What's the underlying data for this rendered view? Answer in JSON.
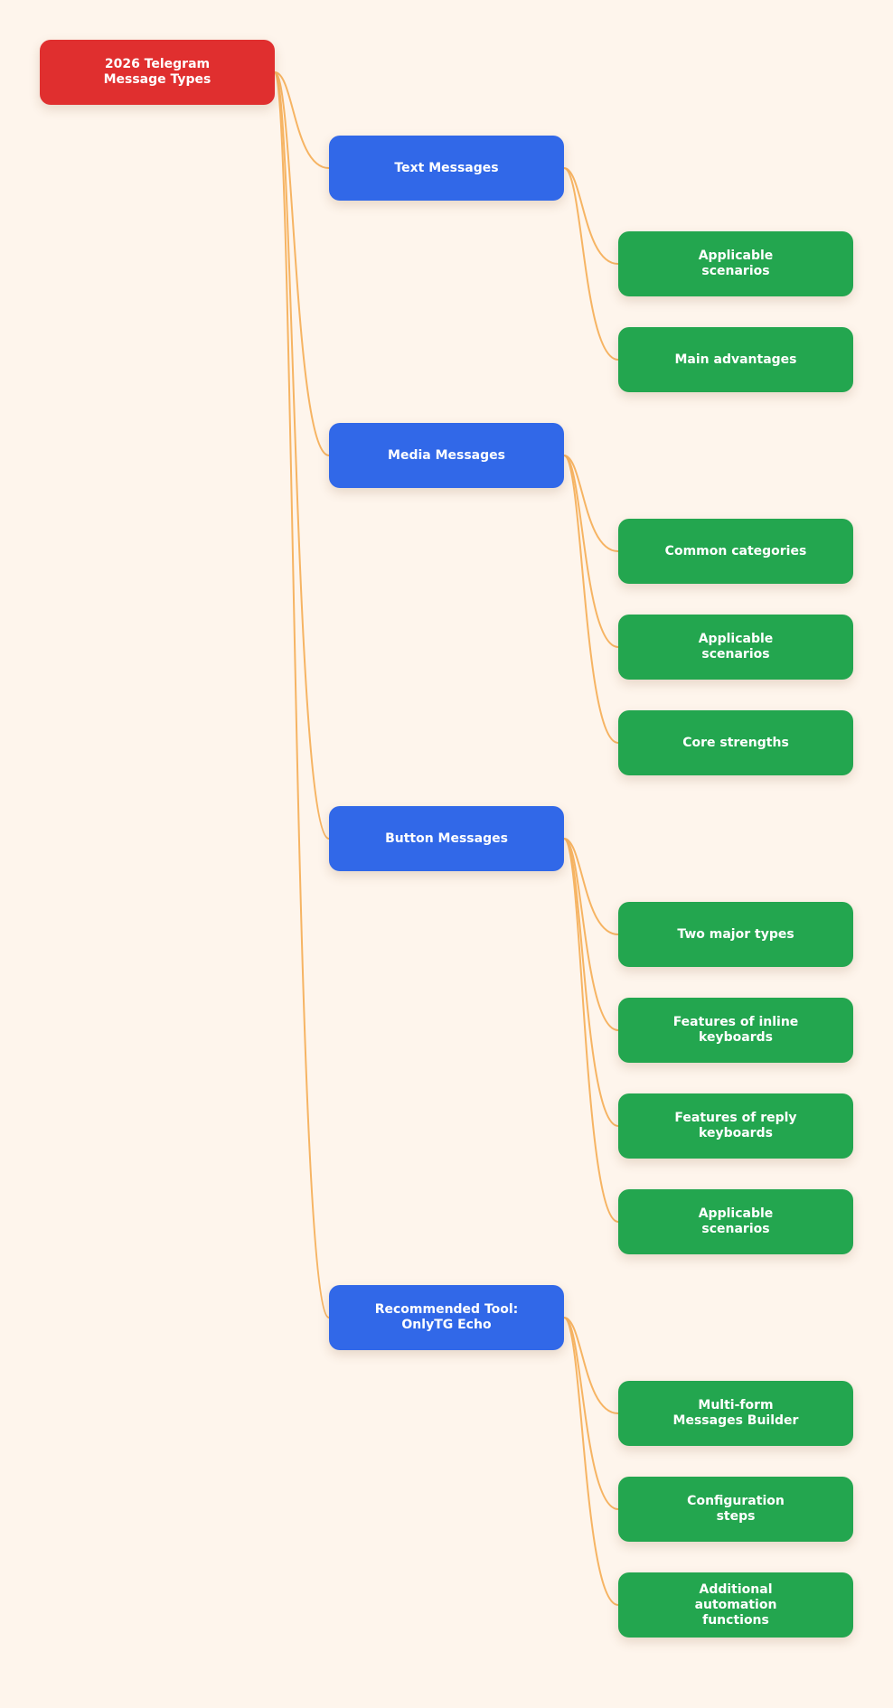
{
  "colors": {
    "background": "#fef5ec",
    "root": "#e02f2f",
    "branch": "#3168e8",
    "leaf": "#23a64f",
    "connector": "#f6b463"
  },
  "root": {
    "label": "2026 Telegram\nMessage Types"
  },
  "branches": [
    {
      "label": "Text Messages",
      "children": [
        "Applicable\nscenarios",
        "Main advantages"
      ]
    },
    {
      "label": "Media Messages",
      "children": [
        "Common categories",
        "Applicable\nscenarios",
        "Core strengths"
      ]
    },
    {
      "label": "Button Messages",
      "children": [
        "Two major types",
        "Features of inline\nkeyboards",
        "Features of reply\nkeyboards",
        "Applicable\nscenarios"
      ]
    },
    {
      "label": "Recommended Tool:\nOnlyTG Echo",
      "children": [
        "Multi-form\nMessages Builder",
        "Configuration\nsteps",
        "Additional\nautomation\nfunctions"
      ]
    }
  ]
}
